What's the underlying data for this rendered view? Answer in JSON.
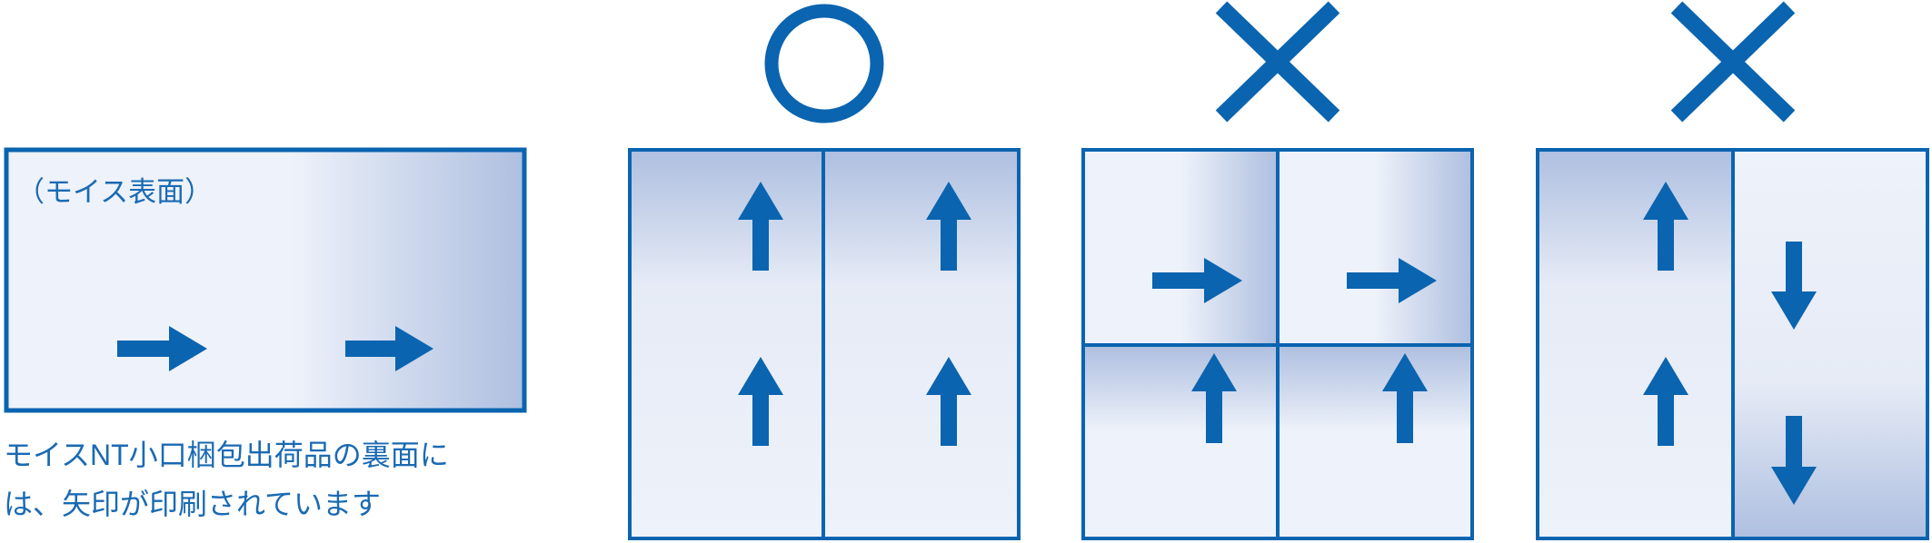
{
  "surface_panel": {
    "label": "（モイス表面）"
  },
  "caption": {
    "line1": "モイスNT小口梱包出荷品の裏面に",
    "line2": "は、矢印が印刷されています"
  },
  "examples": [
    {
      "verdict": "correct",
      "mark": "circle"
    },
    {
      "verdict": "incorrect",
      "mark": "cross"
    },
    {
      "verdict": "incorrect",
      "mark": "cross"
    }
  ],
  "colors": {
    "accent": "#0a64b0",
    "panel_light": "#eef2fa",
    "panel_shade": "#aebfe0"
  }
}
